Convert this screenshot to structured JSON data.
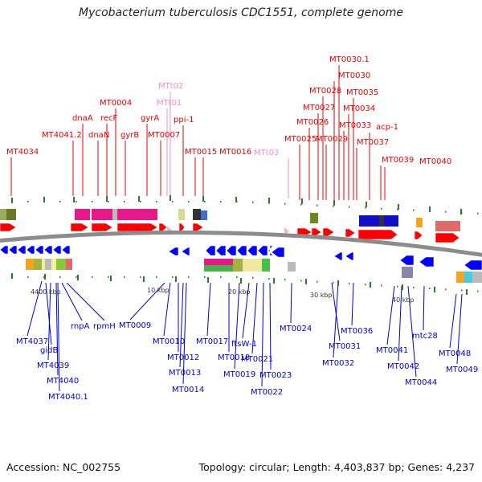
{
  "title": "Mycobacterium tuberculosis CDC1551, complete genome",
  "footer": {
    "accession": "Accession: NC_002755",
    "summary": "Topology: circular; Length: 4,403,837 bp; Genes: 4,237"
  },
  "colors": {
    "top_label": "#e60000",
    "trna_label": "#f08ccc",
    "bottom_label": "#0000cc",
    "forward_gene": "#ff0000",
    "reverse_gene": "#0000ff",
    "backbone": "#8c8c8c",
    "tick": "#2a7a2a"
  },
  "scale_labels": [
    "4400 kbp",
    "10 kbp",
    "20 kbp",
    "30 kbp",
    "40 kbp"
  ],
  "top_labels": [
    {
      "text": "MT4034",
      "kind": "gene"
    },
    {
      "text": "MT4041.2",
      "kind": "gene"
    },
    {
      "text": "dnaA",
      "kind": "gene"
    },
    {
      "text": "dnaN",
      "kind": "gene"
    },
    {
      "text": "recF",
      "kind": "gene"
    },
    {
      "text": "MT0004",
      "kind": "gene"
    },
    {
      "text": "gyrB",
      "kind": "gene"
    },
    {
      "text": "gyrA",
      "kind": "gene"
    },
    {
      "text": "MT0007",
      "kind": "gene"
    },
    {
      "text": "MTt01",
      "kind": "trna"
    },
    {
      "text": "MTt02",
      "kind": "trna"
    },
    {
      "text": "ppi-1",
      "kind": "gene"
    },
    {
      "text": "MT0015",
      "kind": "gene"
    },
    {
      "text": "MT0016",
      "kind": "gene"
    },
    {
      "text": "MTt03",
      "kind": "trna"
    },
    {
      "text": "MT0025",
      "kind": "gene"
    },
    {
      "text": "MT0026",
      "kind": "gene"
    },
    {
      "text": "MT0027",
      "kind": "gene"
    },
    {
      "text": "MT0028",
      "kind": "gene"
    },
    {
      "text": "MT0029",
      "kind": "gene"
    },
    {
      "text": "MT0030",
      "kind": "gene"
    },
    {
      "text": "MT0030.1",
      "kind": "gene"
    },
    {
      "text": "MT0033",
      "kind": "gene"
    },
    {
      "text": "MT0034",
      "kind": "gene"
    },
    {
      "text": "MT0035",
      "kind": "gene"
    },
    {
      "text": "MT0037",
      "kind": "gene"
    },
    {
      "text": "acp-1",
      "kind": "gene"
    },
    {
      "text": "MT0039",
      "kind": "gene"
    },
    {
      "text": "MT0040",
      "kind": "gene"
    }
  ],
  "bottom_labels": [
    "MT4037",
    "gidB",
    "MT4039",
    "MT4040",
    "MT4040.1",
    "rnpA",
    "rpmH",
    "MT0009",
    "MT0010",
    "MT0012",
    "MT0013",
    "MT0014",
    "MT0017",
    "MT0018",
    "MT0019",
    "ftsW-1",
    "MT0021",
    "MT0022",
    "MT0023",
    "MT0024",
    "MT0031",
    "MT0032",
    "MT0036",
    "MT0041",
    "MT0042",
    "MT0044",
    "mtc28",
    "MT0048",
    "MT0049"
  ]
}
